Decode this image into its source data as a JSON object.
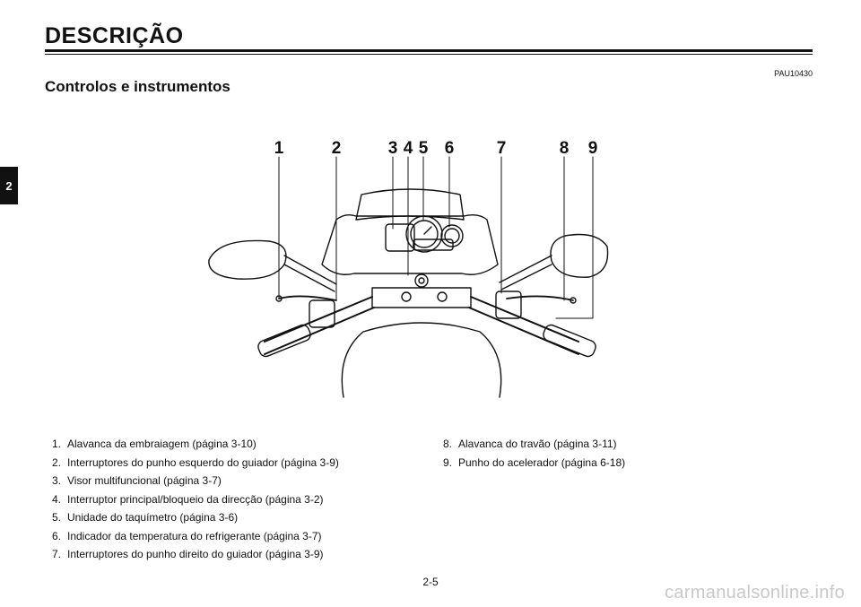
{
  "header": {
    "title": "DESCRIÇÃO"
  },
  "chapter_tab": "2",
  "section": {
    "code": "PAU10430",
    "title": "Controlos e instrumentos"
  },
  "callouts": [
    "1",
    "2",
    "3",
    "4",
    "5",
    "6",
    "7",
    "8",
    "9"
  ],
  "legend_left": [
    {
      "num": "1.",
      "text": "Alavanca da embraiagem (página 3-10)"
    },
    {
      "num": "2.",
      "text": "Interruptores do punho esquerdo do guiador (página 3-9)"
    },
    {
      "num": "3.",
      "text": "Visor multifuncional (página 3-7)"
    },
    {
      "num": "4.",
      "text": "Interruptor principal/bloqueio da direcção (página 3-2)"
    },
    {
      "num": "5.",
      "text": "Unidade do taquímetro (página 3-6)"
    },
    {
      "num": "6.",
      "text": "Indicador da temperatura do refrigerante (página 3-7)"
    },
    {
      "num": "7.",
      "text": "Interruptores do punho direito do guiador (página 3-9)"
    }
  ],
  "legend_right": [
    {
      "num": "8.",
      "text": "Alavanca do travão (página 3-11)"
    },
    {
      "num": "9.",
      "text": "Punho do acelerador (página 6-18)"
    }
  ],
  "footer": {
    "page_number": "2-5",
    "watermark": "carmanualsonline.info"
  }
}
